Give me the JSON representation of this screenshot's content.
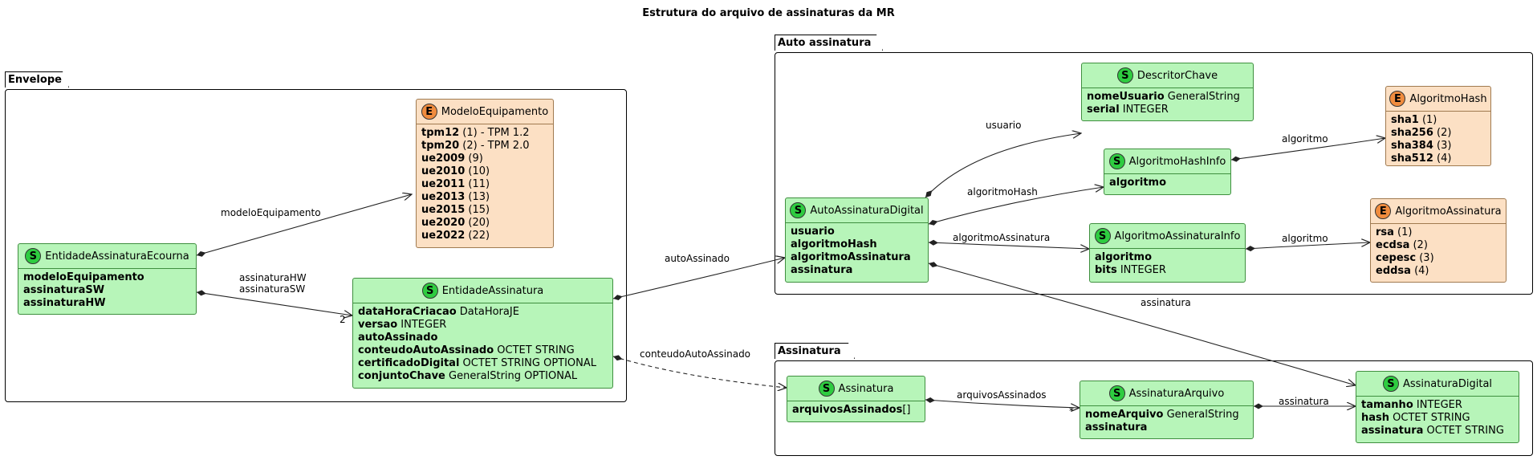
{
  "title": "Estrutura do arquivo de assinaturas da MR",
  "packages": {
    "envelope": "Envelope",
    "auto": "Auto assinatura",
    "assinatura": "Assinatura"
  },
  "classes": {
    "modeloEquipamento": {
      "name": "ModeloEquipamento",
      "stereotype": "E",
      "fields": [
        {
          "name": "tpm12",
          "type": " (1) - TPM 1.2"
        },
        {
          "name": "tpm20",
          "type": " (2) - TPM 2.0"
        },
        {
          "name": "ue2009",
          "type": " (9)"
        },
        {
          "name": "ue2010",
          "type": " (10)"
        },
        {
          "name": "ue2011",
          "type": " (11)"
        },
        {
          "name": "ue2013",
          "type": " (13)"
        },
        {
          "name": "ue2015",
          "type": " (15)"
        },
        {
          "name": "ue2020",
          "type": " (20)"
        },
        {
          "name": "ue2022",
          "type": " (22)"
        }
      ]
    },
    "entidadeEcourna": {
      "name": "EntidadeAssinaturaEcourna",
      "stereotype": "S",
      "fields": [
        {
          "name": "modeloEquipamento",
          "type": ""
        },
        {
          "name": "assinaturaSW",
          "type": ""
        },
        {
          "name": "assinaturaHW",
          "type": ""
        }
      ]
    },
    "entidadeAssinatura": {
      "name": "EntidadeAssinatura",
      "stereotype": "S",
      "fields": [
        {
          "name": "dataHoraCriacao",
          "type": " DataHoraJE"
        },
        {
          "name": "versao",
          "type": " INTEGER"
        },
        {
          "name": "autoAssinado",
          "type": ""
        },
        {
          "name": "conteudoAutoAssinado",
          "type": " OCTET STRING"
        },
        {
          "name": "certificadoDigital",
          "type": " OCTET STRING OPTIONAL"
        },
        {
          "name": "conjuntoChave",
          "type": " GeneralString OPTIONAL"
        }
      ]
    },
    "descritorChave": {
      "name": "DescritorChave",
      "stereotype": "S",
      "fields": [
        {
          "name": "nomeUsuario",
          "type": " GeneralString"
        },
        {
          "name": "serial",
          "type": " INTEGER"
        }
      ]
    },
    "algoritmoHash": {
      "name": "AlgoritmoHash",
      "stereotype": "E",
      "fields": [
        {
          "name": "sha1",
          "type": " (1)"
        },
        {
          "name": "sha256",
          "type": " (2)"
        },
        {
          "name": "sha384",
          "type": " (3)"
        },
        {
          "name": "sha512",
          "type": " (4)"
        }
      ]
    },
    "algoritmoHashInfo": {
      "name": "AlgoritmoHashInfo",
      "stereotype": "S",
      "fields": [
        {
          "name": "algoritmo",
          "type": ""
        }
      ]
    },
    "autoAssinaturaDigital": {
      "name": "AutoAssinaturaDigital",
      "stereotype": "S",
      "fields": [
        {
          "name": "usuario",
          "type": ""
        },
        {
          "name": "algoritmoHash",
          "type": ""
        },
        {
          "name": "algoritmoAssinatura",
          "type": ""
        },
        {
          "name": "assinatura",
          "type": ""
        }
      ]
    },
    "algoritmoAssinaturaInfo": {
      "name": "AlgoritmoAssinaturaInfo",
      "stereotype": "S",
      "fields": [
        {
          "name": "algoritmo",
          "type": ""
        },
        {
          "name": "bits",
          "type": " INTEGER"
        }
      ]
    },
    "algoritmoAssinatura": {
      "name": "AlgoritmoAssinatura",
      "stereotype": "E",
      "fields": [
        {
          "name": "rsa",
          "type": " (1)"
        },
        {
          "name": "ecdsa",
          "type": " (2)"
        },
        {
          "name": "cepesc",
          "type": " (3)"
        },
        {
          "name": "eddsa",
          "type": " (4)"
        }
      ]
    },
    "assinatura": {
      "name": "Assinatura",
      "stereotype": "S",
      "fields": [
        {
          "name": "arquivosAssinados",
          "type": "[]"
        }
      ]
    },
    "assinaturaArquivo": {
      "name": "AssinaturaArquivo",
      "stereotype": "S",
      "fields": [
        {
          "name": "nomeArquivo",
          "type": " GeneralString"
        },
        {
          "name": "assinatura",
          "type": ""
        }
      ]
    },
    "assinaturaDigital": {
      "name": "AssinaturaDigital",
      "stereotype": "S",
      "fields": [
        {
          "name": "tamanho",
          "type": " INTEGER"
        },
        {
          "name": "hash",
          "type": " OCTET STRING"
        },
        {
          "name": "assinatura",
          "type": " OCTET STRING"
        }
      ]
    }
  },
  "edges": {
    "modeloEquipamento": "modeloEquipamento",
    "assinaturaHW": "assinaturaHW",
    "assinaturaSW": "assinaturaSW",
    "mult2": "2",
    "autoAssinado": "autoAssinado",
    "conteudoAutoAssinado": "conteudoAutoAssinado",
    "usuario": "usuario",
    "algoritmoHash": "algoritmoHash",
    "algoritmoAssinatura": "algoritmoAssinatura",
    "algoritmo1": "algoritmo",
    "algoritmo2": "algoritmo",
    "assinaturaLong": "assinatura",
    "arquivosAssinados": "arquivosAssinados",
    "multStar": "*",
    "assinaturaShort": "assinatura"
  }
}
